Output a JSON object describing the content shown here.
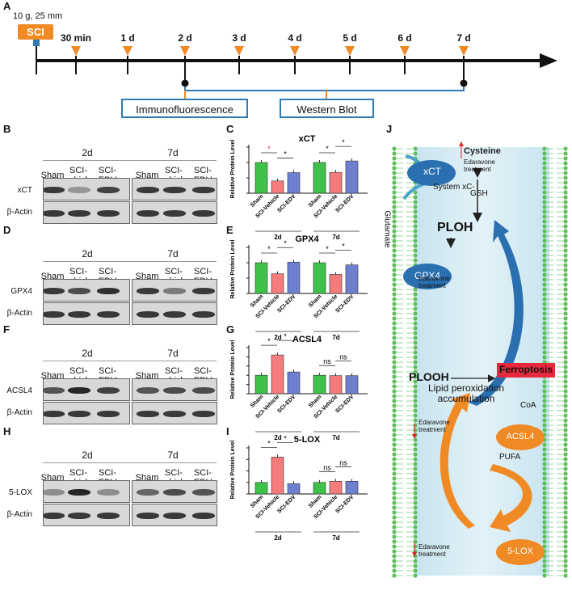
{
  "panel_labels": {
    "A": "A",
    "B": "B",
    "C": "C",
    "D": "D",
    "E": "E",
    "F": "F",
    "G": "G",
    "H": "H",
    "I": "I",
    "J": "J"
  },
  "timeline": {
    "injury_note": "10 g, 25 mm",
    "injury_label": "SCI",
    "days": [
      "30 min",
      "1 d",
      "2 d",
      "3 d",
      "4 d",
      "5 d",
      "6 d",
      "7 d"
    ],
    "methods": [
      "Immunofluorescence",
      "Western Blot"
    ]
  },
  "blots": {
    "timepoints": [
      "2d",
      "7d"
    ],
    "groups": [
      "Sham",
      "SCI-\nvehicle",
      "SCI-\nEDV"
    ],
    "loading_control": "β-Actin",
    "proteins": [
      "xCT",
      "GPX4",
      "ACSL4",
      "5-LOX"
    ]
  },
  "chart_data": [
    {
      "type": "bar",
      "title": "xCT",
      "ylabel": "Relative Protein Level",
      "ylim": [
        0,
        1.5
      ],
      "categories": [
        "Sham",
        "SCI-Vehicle",
        "SCI-EDV"
      ],
      "series": [
        {
          "name": "2d",
          "values": [
            1.0,
            0.4,
            0.67
          ]
        },
        {
          "name": "7d",
          "values": [
            1.0,
            0.68,
            1.05
          ]
        }
      ],
      "group_labels": [
        "2d",
        "7d"
      ],
      "significance": [
        [
          "*",
          "*"
        ],
        [
          "*",
          "*"
        ]
      ]
    },
    {
      "type": "bar",
      "title": "GPX4",
      "ylabel": "Relative Protein Level",
      "ylim": [
        0,
        1.5
      ],
      "categories": [
        "Sham",
        "SCI-Vehicle",
        "SCI-EDV"
      ],
      "series": [
        {
          "name": "2d",
          "values": [
            1.0,
            0.64,
            1.02
          ]
        },
        {
          "name": "7d",
          "values": [
            1.0,
            0.62,
            0.93
          ]
        }
      ],
      "group_labels": [
        "2d",
        "7d"
      ],
      "significance": [
        [
          "*",
          "*"
        ],
        [
          "*",
          "*"
        ]
      ]
    },
    {
      "type": "bar",
      "title": "ACSL4",
      "ylabel": "Relative Protein Level",
      "ylim": [
        0,
        2.5
      ],
      "categories": [
        "Sham",
        "SCI-Vehicle",
        "SCI-EDV"
      ],
      "series": [
        {
          "name": "2d",
          "values": [
            1.0,
            2.1,
            1.18
          ]
        },
        {
          "name": "7d",
          "values": [
            1.0,
            0.98,
            0.98
          ]
        }
      ],
      "group_labels": [
        "2d",
        "7d"
      ],
      "significance": [
        [
          "*",
          "*"
        ],
        [
          "ns",
          "ns"
        ]
      ]
    },
    {
      "type": "bar",
      "title": "5-LOX",
      "ylabel": "Relative Protein Level",
      "ylim": [
        0,
        4
      ],
      "categories": [
        "Sham",
        "SCI-Vehicle",
        "SCI-EDV"
      ],
      "series": [
        {
          "name": "2d",
          "values": [
            1.0,
            3.2,
            0.9
          ]
        },
        {
          "name": "7d",
          "values": [
            1.0,
            1.1,
            1.1
          ]
        }
      ],
      "group_labels": [
        "2d",
        "7d"
      ],
      "significance": [
        [
          "*",
          "*"
        ],
        [
          "ns",
          "ns"
        ]
      ]
    }
  ],
  "colors": {
    "sham": "#3ec24a",
    "vehicle": "#f47c7c",
    "edv": "#6f7fd0",
    "orange": "#f08a24",
    "blue": "#2e7bb5",
    "ferroptosis": "#e8283c"
  },
  "pathway": {
    "cysteine": "Cysteine",
    "xct": "xCT",
    "system": "System xC-",
    "gsh": "GSH",
    "glutamate": "Glutamate",
    "edaravone1": "Edaravone\ntreatment",
    "ploh": "PLOH",
    "gpx4": "GPX4",
    "edaravone2": "Edaravone\ntreatment",
    "plooh": "PLOOH",
    "ferroptosis": "Ferroptosis",
    "lipid": "Lipid peroxidation\naccumulation",
    "coa": "CoA",
    "edaravone3": "Edaravone\ntreatment",
    "acsl4": "ACSL4",
    "pufa": "PUFA",
    "edaravone4": "Edaravone\ntreatment",
    "lox": "5-LOX"
  }
}
